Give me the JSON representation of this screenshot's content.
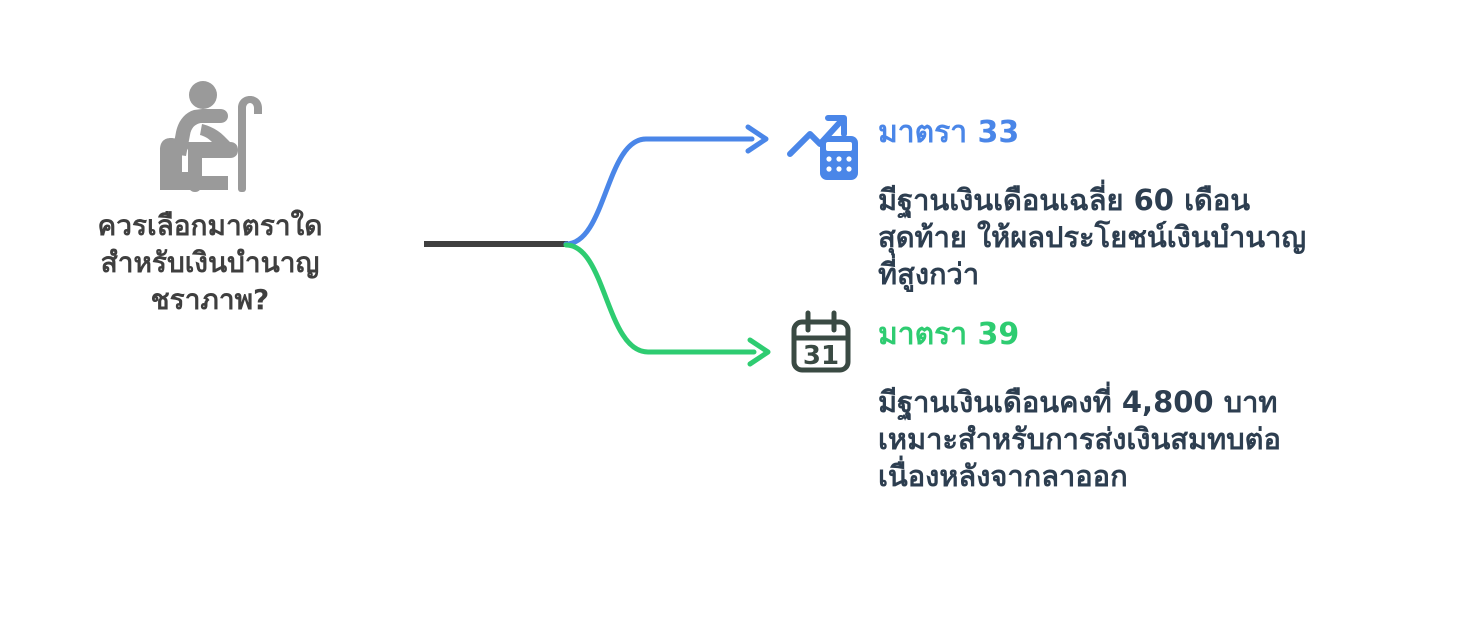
{
  "root": {
    "icon": "elderly-person-seated-with-cane-icon",
    "label": "ควรเลือกมาตราใด\nสำหรับเงินบำนาญ\nชราภาพ?",
    "label_color": "#3f3f3f",
    "icon_color": "#9a9a9a"
  },
  "connector": {
    "stem_color": "#3f3f3f",
    "branch_up_color": "#4a86e8",
    "branch_down_color": "#2ecc71"
  },
  "branches": [
    {
      "id": "branch-33",
      "icon": "calculator-with-growth-arrow-icon",
      "icon_color": "#4a86e8",
      "title": "มาตรา 33",
      "title_color": "#4a86e8",
      "body": "มีฐานเงินเดือนเฉลี่ย 60 เดือน\nสุดท้าย ให้ผลประโยชน์เงินบำนาญ\nที่สูงกว่า",
      "body_color": "#2d3e50"
    },
    {
      "id": "branch-39",
      "icon": "calendar-31-icon",
      "icon_color": "#3a4a43",
      "title": "มาตรา 39",
      "title_color": "#2ecc71",
      "body": "มีฐานเงินเดือนคงที่ 4,800 บาท\nเหมาะสำหรับการส่งเงินสมทบต่อ\nเนื่องหลังจากลาออก",
      "body_color": "#2d3e50"
    }
  ]
}
